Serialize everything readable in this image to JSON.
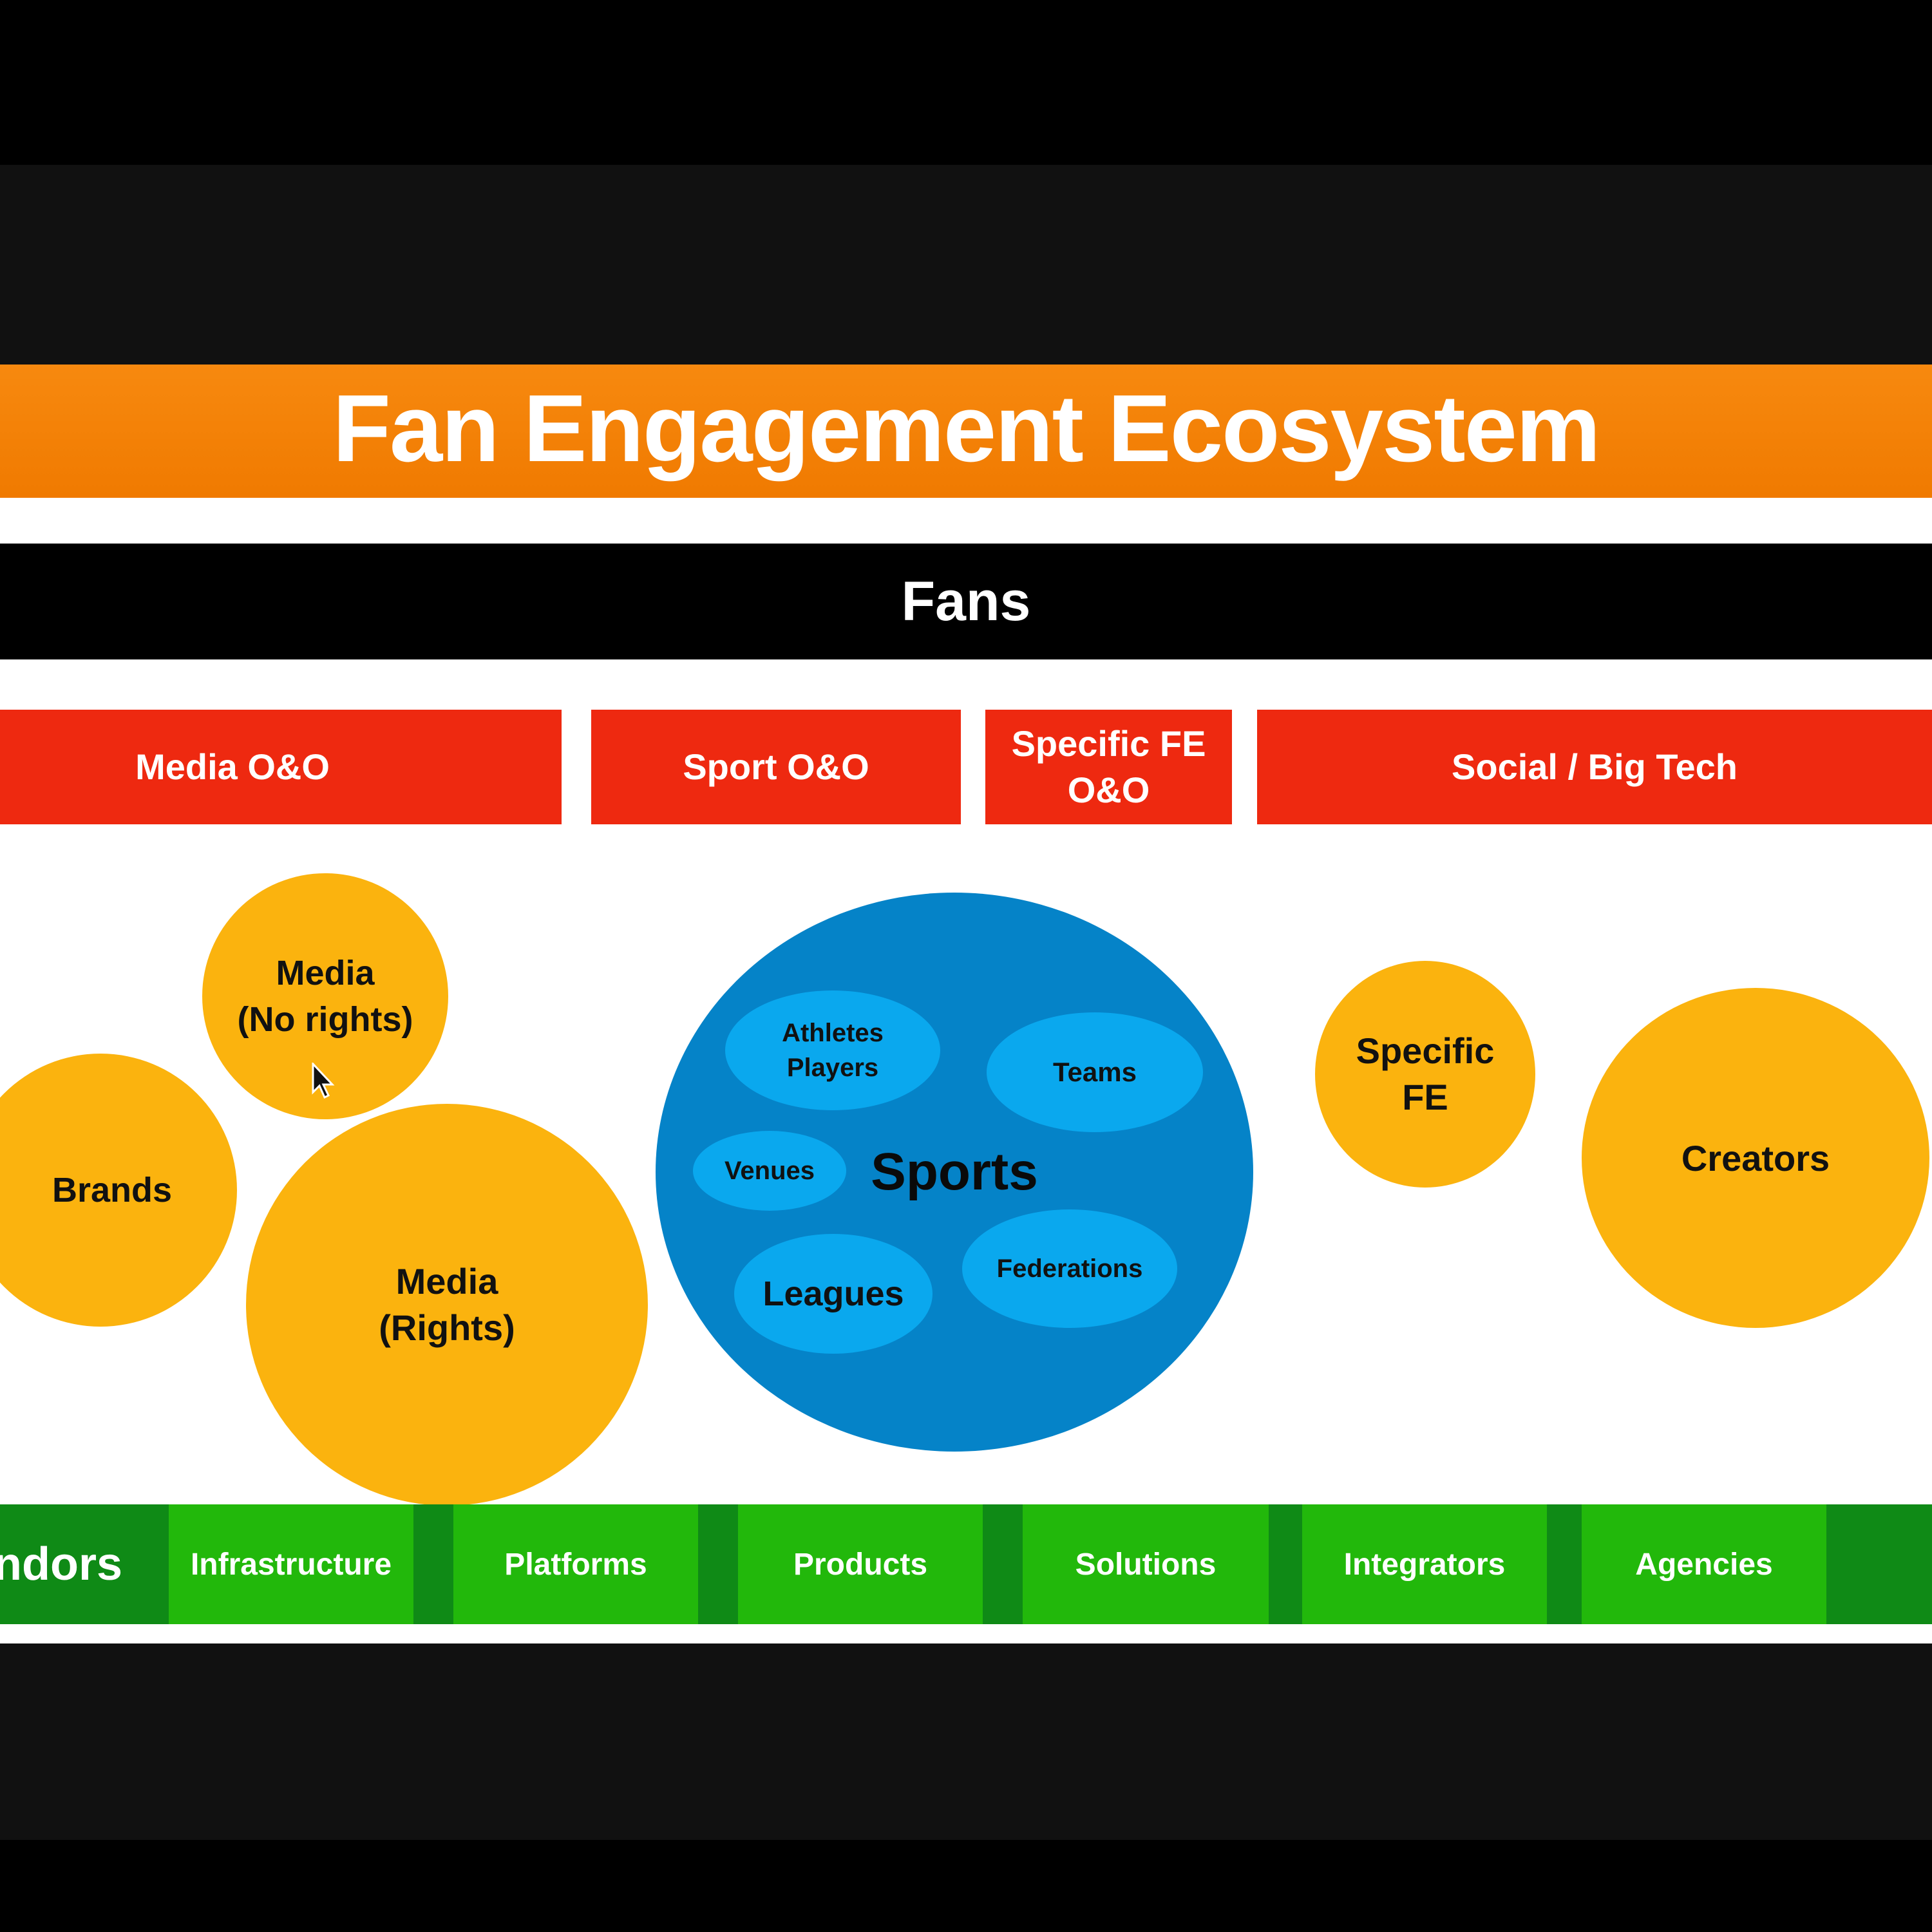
{
  "title": "Fan Engagement Ecosystem",
  "fans": "Fans",
  "channels": [
    {
      "label": "Media O&O"
    },
    {
      "label": "Sport O&O"
    },
    {
      "label": "Specific FE\nO&O"
    },
    {
      "label": "Social / Big Tech"
    }
  ],
  "stakeholders": {
    "media_no_rights": "Media\n(No rights)",
    "brands": "Brands",
    "media_rights": "Media\n(Rights)",
    "specific_fe": "Specific\nFE",
    "creators": "Creators"
  },
  "sports": {
    "label": "Sports",
    "athletes": "Athletes\nPlayers",
    "teams": "Teams",
    "venues": "Venues",
    "leagues": "Leagues",
    "federations": "Federations"
  },
  "vendors": {
    "label": "ndors",
    "items": [
      "Infrastructure",
      "Platforms",
      "Products",
      "Solutions",
      "Integrators",
      "Agencies"
    ]
  },
  "colors": {
    "title_orange": "#f07a00",
    "channel_red": "#ee2910",
    "bubble_orange": "#fbb30e",
    "sports_blue": "#0583c8",
    "sub_blue": "#0aa8ee",
    "vendor_dark_green": "#0f8a16",
    "vendor_green": "#22b80b"
  }
}
